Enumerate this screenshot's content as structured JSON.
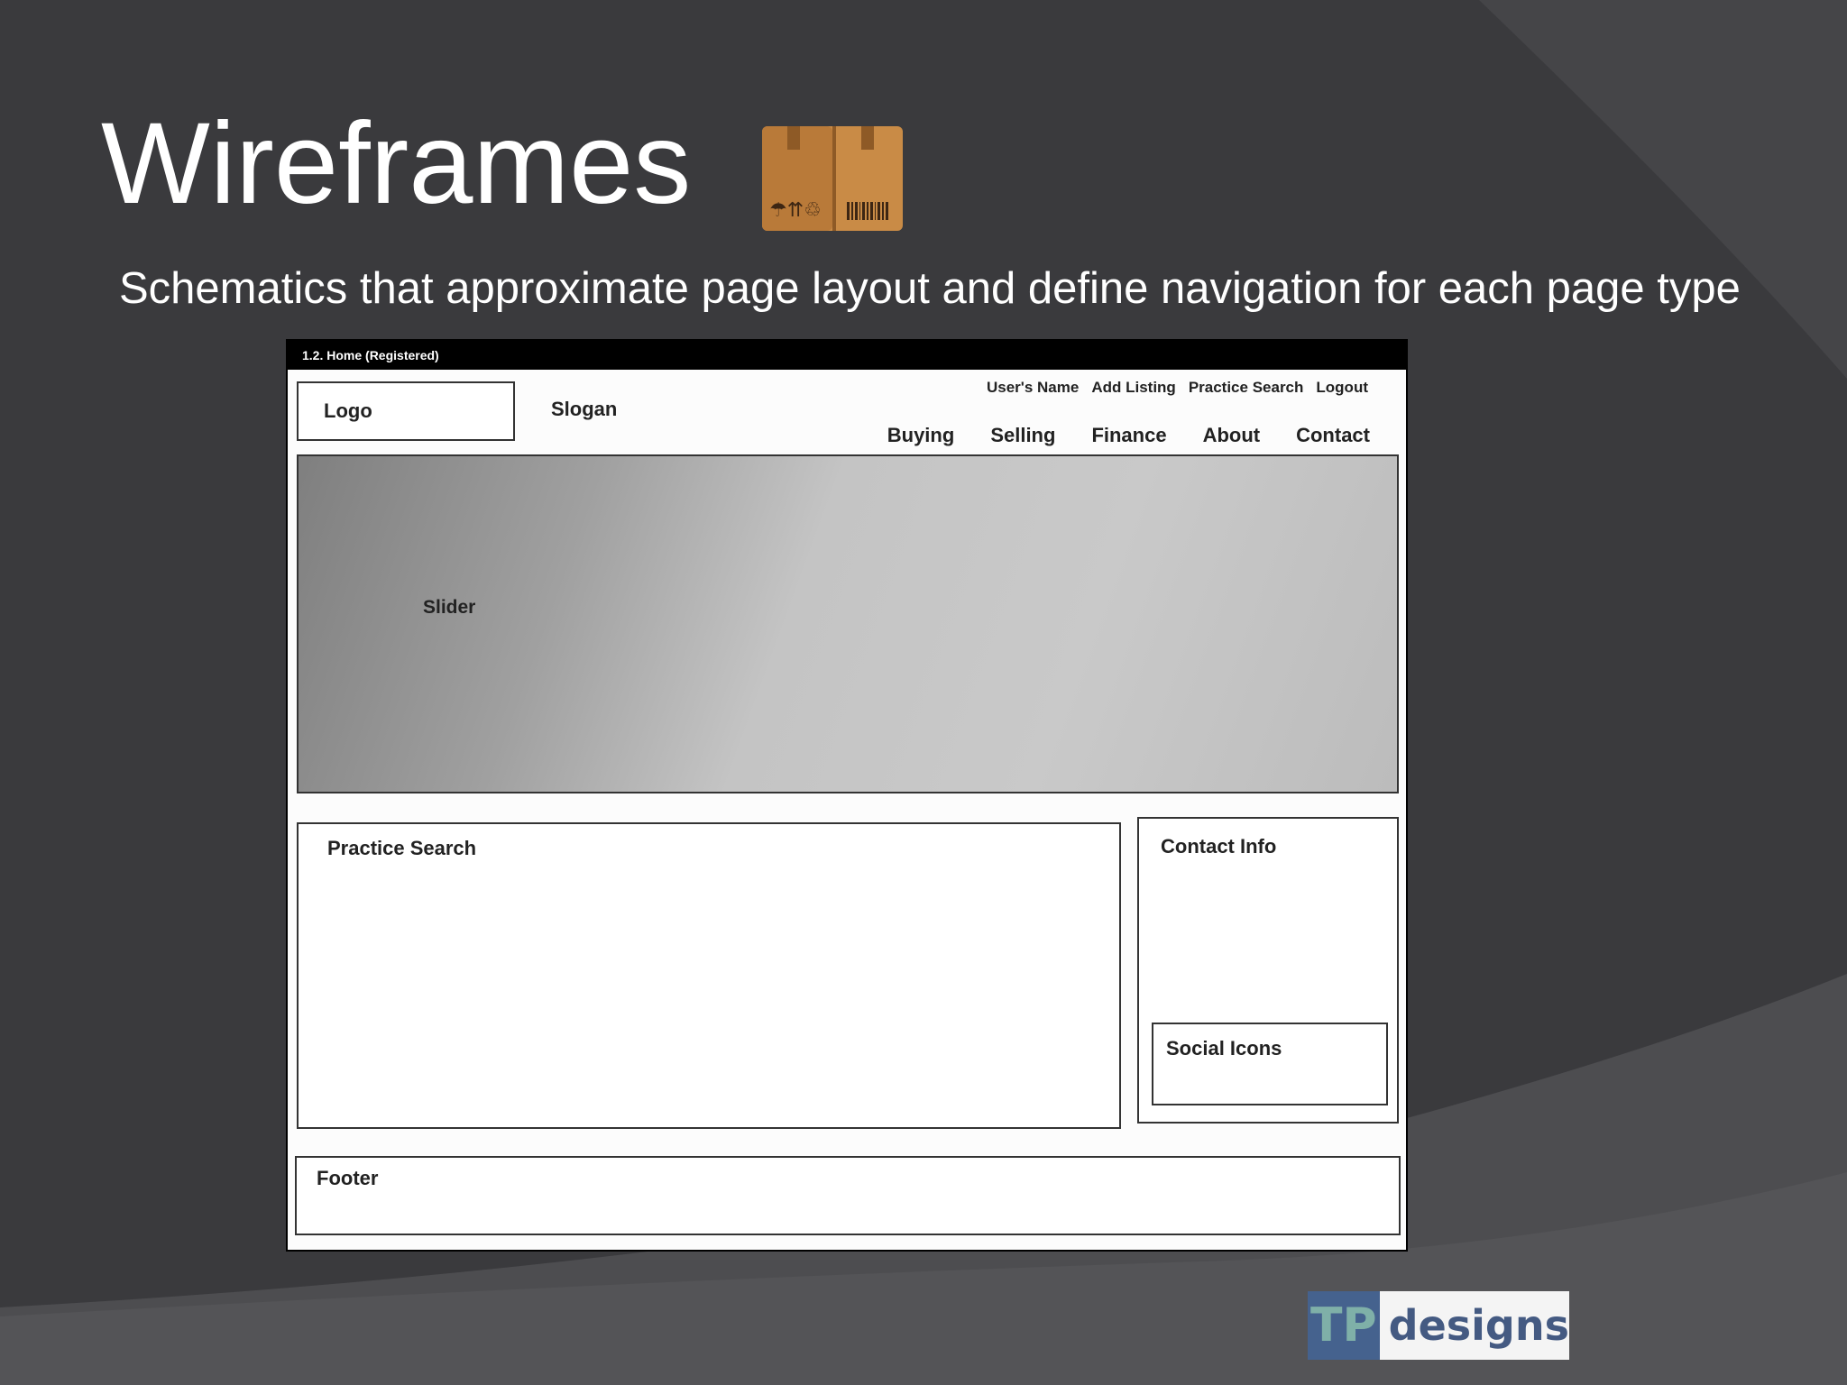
{
  "slide": {
    "title": "Wireframes",
    "subtitle": "Schematics that approximate page layout and define navigation for each page type"
  },
  "wireframe": {
    "page_label": "1.2. Home (Registered)",
    "logo": "Logo",
    "slogan": "Slogan",
    "top_nav": [
      "User's Name",
      "Add Listing",
      "Practice Search",
      "Logout"
    ],
    "main_nav": [
      "Buying",
      "Selling",
      "Finance",
      "About",
      "Contact"
    ],
    "slider": "Slider",
    "practice_search": "Practice Search",
    "contact_info": "Contact Info",
    "social_icons": "Social Icons",
    "footer": "Footer"
  },
  "branding": {
    "tp": "TP",
    "designs": "designs"
  },
  "icons": [
    "cardboard-box-icon"
  ],
  "colors": {
    "background": "#3d3d40",
    "text": "#ffffff",
    "brand_blue": "#45628e"
  }
}
